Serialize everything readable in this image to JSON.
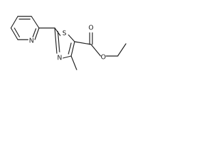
{
  "molecule": {
    "atoms": {
      "pyridine_n": "N",
      "thiazole_s": "S",
      "thiazole_n": "N",
      "ester_carbonyl_o": "O",
      "ester_ether_o": "O"
    }
  },
  "colors": {
    "bond": "#1a1a1a",
    "label": "#1a1a1a",
    "background": "#ffffff"
  }
}
